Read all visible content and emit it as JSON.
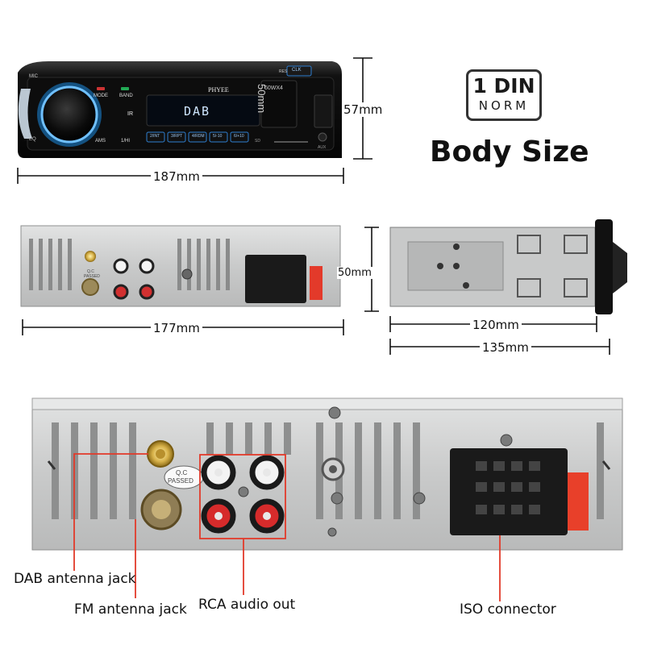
{
  "badge": {
    "line1": "1 DIN",
    "line2": "NORM"
  },
  "heading": "Body Size",
  "front_view": {
    "brand": "PHYEE",
    "power": "60WX4",
    "display": "DAB",
    "buttons": [
      "MODE",
      "BAND",
      "AMS",
      "1/HI",
      "2/INT",
      "3/RPT",
      "4/RDM",
      "5/-10",
      "6/+10",
      "CLK",
      "RES",
      "MIC",
      "EQ",
      "IR",
      "SD",
      "AUX"
    ],
    "width_label": "187mm",
    "height_label": "57mm",
    "inner_height_label": "50mm"
  },
  "rear_view": {
    "width_label": "177mm",
    "qc_label": [
      "Q.C",
      "PASSED"
    ]
  },
  "side_view": {
    "height_label": "50mm",
    "depth_label": "120mm",
    "total_depth_label": "135mm"
  },
  "detail_view": {
    "qc_label": [
      "Q.C",
      "PASSED"
    ],
    "callouts": {
      "dab": "DAB antenna jack",
      "fm": "FM antenna jack",
      "rca": "RCA audio out",
      "iso": "ISO connector"
    }
  },
  "colors": {
    "callout_line": "#e23a2a",
    "chassis": "#cfd0d0",
    "body": "#141414",
    "accent_blue": "#2c8fe0"
  }
}
